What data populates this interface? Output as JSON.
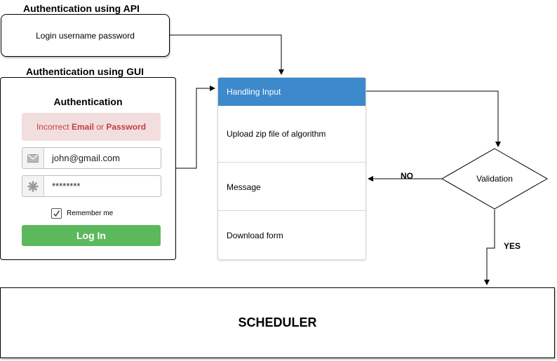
{
  "api_section": {
    "title": "Authentication using API",
    "box_text": "Login username password"
  },
  "gui_section": {
    "title": "Authentication using GUI",
    "form_title": "Authentication",
    "alert": {
      "prefix": "Incorrect ",
      "email_word": "Email",
      "middle": " or ",
      "password_word": "Password"
    },
    "email_value": "john@gmail.com",
    "password_value": "********",
    "remember_label": "Remember me",
    "remember_checked": true,
    "login_button": "Log In",
    "alert_color": "#c2403d",
    "alert_bg": "#f2dede",
    "button_color": "#5cb85c"
  },
  "process_list": {
    "items": [
      {
        "label": "Handling Input",
        "active": true
      },
      {
        "label": "Upload zip file of algorithm",
        "active": false
      },
      {
        "label": "Message",
        "active": false
      },
      {
        "label": "Download form",
        "active": false
      }
    ],
    "active_color": "#3c89cb"
  },
  "decision": {
    "label": "Validation",
    "no_label": "NO",
    "yes_label": "YES"
  },
  "scheduler": {
    "label": "SCHEDULER"
  },
  "icons": {
    "email": "envelope-icon",
    "password": "asterisk-icon",
    "checkbox": "checkmark-icon"
  }
}
